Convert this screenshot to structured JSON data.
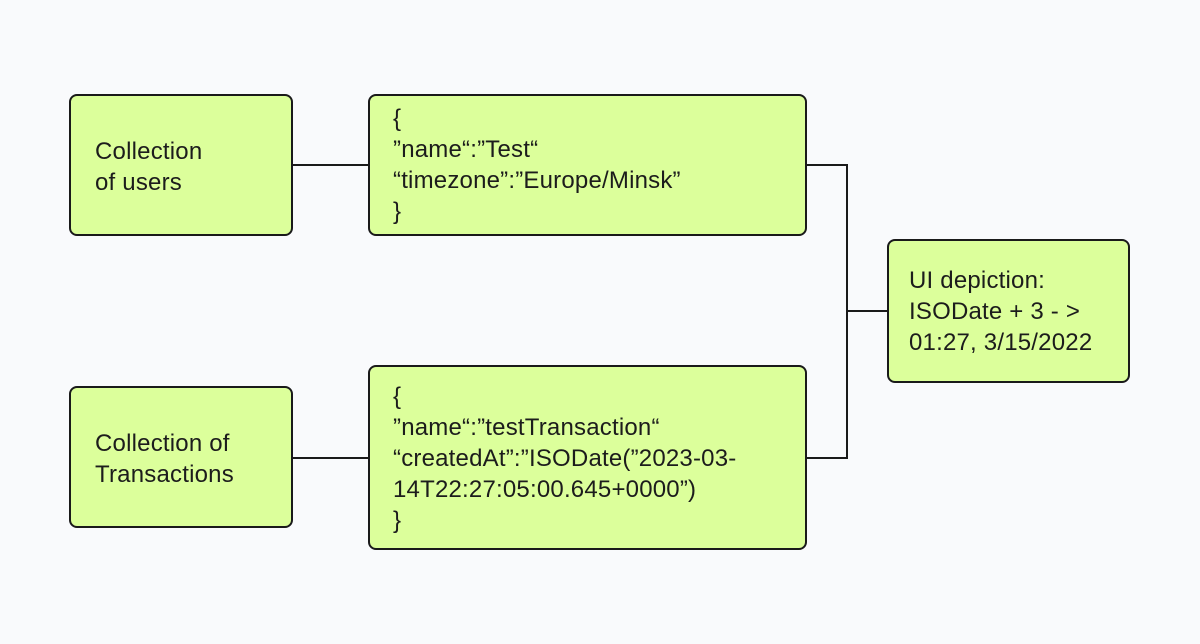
{
  "nodes": {
    "users_collection": {
      "lines": [
        "Collection",
        "of users"
      ]
    },
    "transactions_collection": {
      "lines": [
        "Collection of",
        "Transactions"
      ]
    },
    "user_document": {
      "lines": [
        "{",
        "”name“:”Test“",
        "“timezone”:”Europe/Minsk”",
        "}"
      ]
    },
    "transaction_document": {
      "lines": [
        "{",
        "”name“:”testTransaction“",
        "“createdAt”:”ISODate(”2023-03-",
        "14T22:27:05:00.645+0000”)",
        "}"
      ]
    },
    "ui_depiction": {
      "lines": [
        "UI depiction:",
        "ISODate + 3 - >",
        "01:27, 3/15/2022"
      ]
    }
  },
  "colors": {
    "box_fill": "#dcff9b",
    "box_border": "#1a1a1a",
    "connector": "#1a1a1a",
    "background": "#f9fafc"
  }
}
